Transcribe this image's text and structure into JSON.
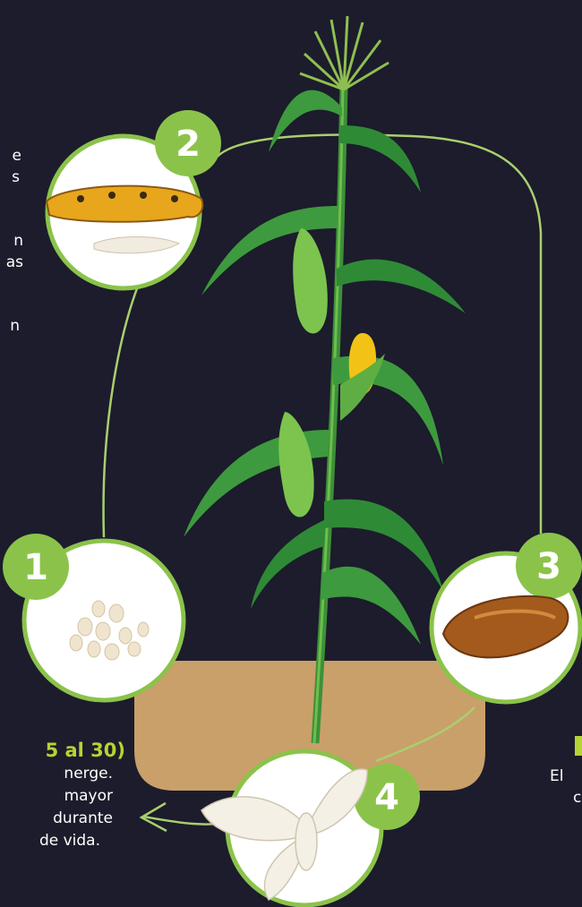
{
  "colors": {
    "background": "#1c1c2c",
    "accent_green": "#8bc34a",
    "cycle_line": "#a9cf6e",
    "soil": "#c9a06a",
    "highlight_text": "#b5d334",
    "text": "#ffffff"
  },
  "stages": [
    {
      "number": "1",
      "icon": "eggs-icon"
    },
    {
      "number": "2",
      "icon": "larva-icon"
    },
    {
      "number": "3",
      "icon": "pupa-icon"
    },
    {
      "number": "4",
      "icon": "moth-icon"
    }
  ],
  "stage2_text_fragments": [
    "e",
    "s",
    "n",
    "as",
    "n"
  ],
  "stage4": {
    "title_fragment": "5 al 30)",
    "lines": [
      "nerge.",
      "mayor",
      "durante",
      "de vida."
    ]
  },
  "stage3": {
    "lines": [
      "El",
      "c"
    ]
  }
}
